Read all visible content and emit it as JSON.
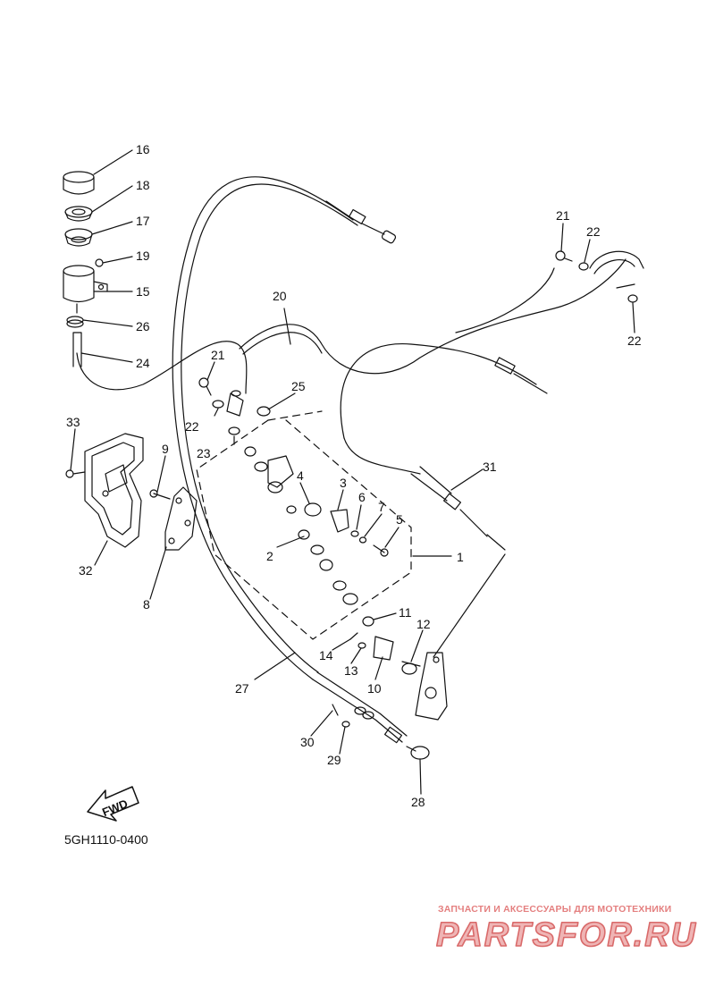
{
  "diagram": {
    "catalog_code": "5GH1110-0400",
    "fwd_label": "FWD",
    "callouts": [
      {
        "id": "c16",
        "text": "16"
      },
      {
        "id": "c18",
        "text": "18"
      },
      {
        "id": "c17",
        "text": "17"
      },
      {
        "id": "c19",
        "text": "19"
      },
      {
        "id": "c15",
        "text": "15"
      },
      {
        "id": "c26",
        "text": "26"
      },
      {
        "id": "c24",
        "text": "24"
      },
      {
        "id": "c20",
        "text": "20"
      },
      {
        "id": "c21a",
        "text": "21"
      },
      {
        "id": "c22a",
        "text": "22"
      },
      {
        "id": "c23",
        "text": "23"
      },
      {
        "id": "c25",
        "text": "25"
      },
      {
        "id": "c21b",
        "text": "21"
      },
      {
        "id": "c22b",
        "text": "22"
      },
      {
        "id": "c22c",
        "text": "22"
      },
      {
        "id": "c33",
        "text": "33"
      },
      {
        "id": "c9",
        "text": "9"
      },
      {
        "id": "c32",
        "text": "32"
      },
      {
        "id": "c8",
        "text": "8"
      },
      {
        "id": "c4",
        "text": "4"
      },
      {
        "id": "c3",
        "text": "3"
      },
      {
        "id": "c6",
        "text": "6"
      },
      {
        "id": "c7",
        "text": "7"
      },
      {
        "id": "c5",
        "text": "5"
      },
      {
        "id": "c2",
        "text": "2"
      },
      {
        "id": "c1",
        "text": "1"
      },
      {
        "id": "c31",
        "text": "31"
      },
      {
        "id": "c11",
        "text": "11"
      },
      {
        "id": "c12",
        "text": "12"
      },
      {
        "id": "c14",
        "text": "14"
      },
      {
        "id": "c13",
        "text": "13"
      },
      {
        "id": "c10",
        "text": "10"
      },
      {
        "id": "c27",
        "text": "27"
      },
      {
        "id": "c30",
        "text": "30"
      },
      {
        "id": "c29",
        "text": "29"
      },
      {
        "id": "c28",
        "text": "28"
      }
    ]
  },
  "watermark": {
    "tagline": "ЗАПЧАСТИ И АКСЕССУАРЫ ДЛЯ МОТОТЕХНИКИ",
    "brand": "PARTSFOR.RU",
    "color": "#d96a6a"
  }
}
